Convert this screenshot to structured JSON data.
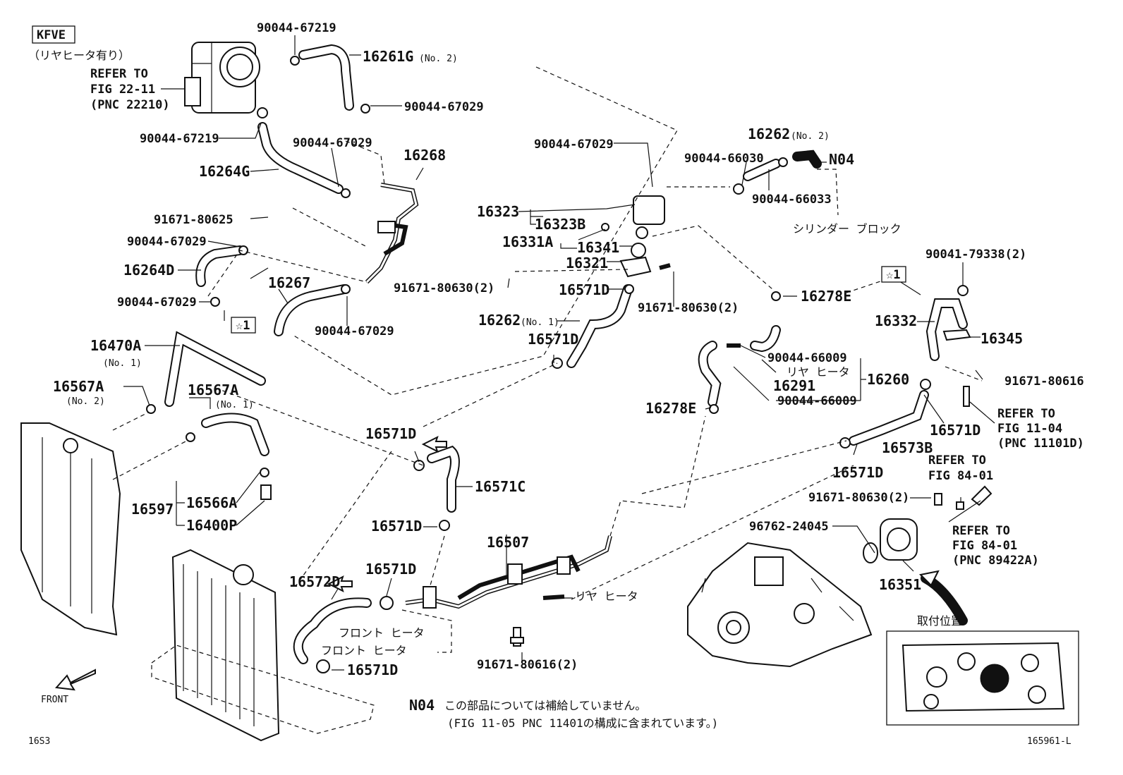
{
  "header": {
    "engine": "KFVE",
    "condition": "（リヤヒータ有り）",
    "refer1": "REFER TO",
    "refer2": "FIG 22-11",
    "refer3": "(PNC 22210)"
  },
  "labels": {
    "p90044_67219_top": "90044-67219",
    "p16261g": "16261G",
    "p16261g_sub": "(No. 2)",
    "p90044_67029_a": "90044-67029",
    "p90044_67219_b": "90044-67219",
    "p90044_67029_b": "90044-67029",
    "p16268": "16268",
    "p16264g": "16264G",
    "p91671_80625": "91671-80625",
    "p90044_67029_c": "90044-67029",
    "p16264d": "16264D",
    "p90044_67029_d": "90044-67029",
    "star1_left": "☆1",
    "p16267": "16267",
    "p90044_67029_e": "90044-67029",
    "p16470a": "16470A",
    "p16470a_sub": "(No. 1)",
    "p16567a_left": "16567A",
    "p16567a_left_sub": "(No. 2)",
    "p16567a_mid": "16567A",
    "p16567a_mid_sub": "(No. 1)",
    "p16597": "16597",
    "p16566a": "16566A",
    "p16400p": "16400P",
    "front": "FRONT",
    "p90044_67029_f": "90044-67029",
    "p16323": "16323",
    "p16323b": "16323B",
    "p16331a": "16331A",
    "p16341": "16341",
    "p16321": "16321",
    "p91671_80630_a": "91671-80630(2)",
    "p16571d_a": "16571D",
    "p91671_80630_b": "91671-80630(2)",
    "p16262_no1": "16262",
    "p16262_no1_sub": "(No. 1)",
    "p16571d_b": "16571D",
    "p16262_no2": "16262",
    "p16262_no2_sub": "(No. 2)",
    "p90044_66030": "90044-66030",
    "n04": "N04",
    "p90044_66033": "90044-66033",
    "cylinder_block": "シリンダー ブロック",
    "p16278e_top": "16278E",
    "p90044_66009_a": "90044-66009",
    "rear_heater_a": "リヤ ヒータ",
    "p16291": "16291",
    "p16260": "16260",
    "p90044_66009_b": "90044-66009",
    "p16278e_bottom": "16278E",
    "p90041_79338": "90041-79338(2)",
    "star1_right": "☆1",
    "p16332": "16332",
    "p16345": "16345",
    "p91671_80616_right": "91671-80616",
    "refer_1104_a": "REFER TO",
    "refer_1104_b": "FIG 11-04",
    "refer_1104_c": "(PNC 11101D)",
    "p16571d_c": "16571D",
    "p16573b": "16573B",
    "p16571d_d": "16571D",
    "refer_8401_a": "REFER TO",
    "refer_8401_b": "FIG 84-01",
    "p91671_80630_c": "91671-80630(2)",
    "p96762_24045": "96762-24045",
    "refer_8401c_a": "REFER TO",
    "refer_8401c_b": "FIG 84-01",
    "refer_8401c_c": "(PNC 89422A)",
    "p16351": "16351",
    "mount_position": "取付位置",
    "p16571d_e": "16571D",
    "p16571c": "16571C",
    "p16571d_f": "16571D",
    "p16507": "16507",
    "rear_heater_b": "リヤ ヒータ",
    "p16572d": "16572D",
    "p16571d_g": "16571D",
    "front_heater_a": "フロント ヒータ",
    "front_heater_b": "フロント ヒータ",
    "p16571d_h": "16571D",
    "p91671_80616_bottom": "91671-80616(2)",
    "note_code": "N04",
    "note_line1": "この部品については補給していません。",
    "note_line2": "(FIG 11-05 PNC 11401の構成に含まれています。)",
    "page_code": "16S3",
    "diagram_id": "165961-L"
  }
}
